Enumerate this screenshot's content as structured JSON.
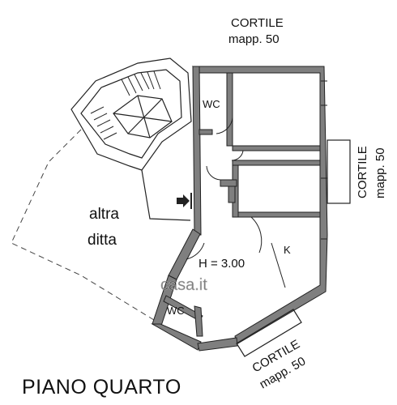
{
  "labels": {
    "cortile_top": "CORTILE",
    "mapp_top": "mapp.  50",
    "cortile_right": "CORTILE",
    "mapp_right": "mapp.  50",
    "cortile_bottom": "CORTILE",
    "mapp_bottom": "mapp.  50",
    "altra": "altra",
    "ditta": "ditta",
    "wc_top": "WC",
    "wc_bottom": "WC",
    "height": "H = 3.00",
    "kitchen": "K",
    "watermark": "casa.it"
  },
  "footer": {
    "title": "PIANO QUARTO"
  }
}
